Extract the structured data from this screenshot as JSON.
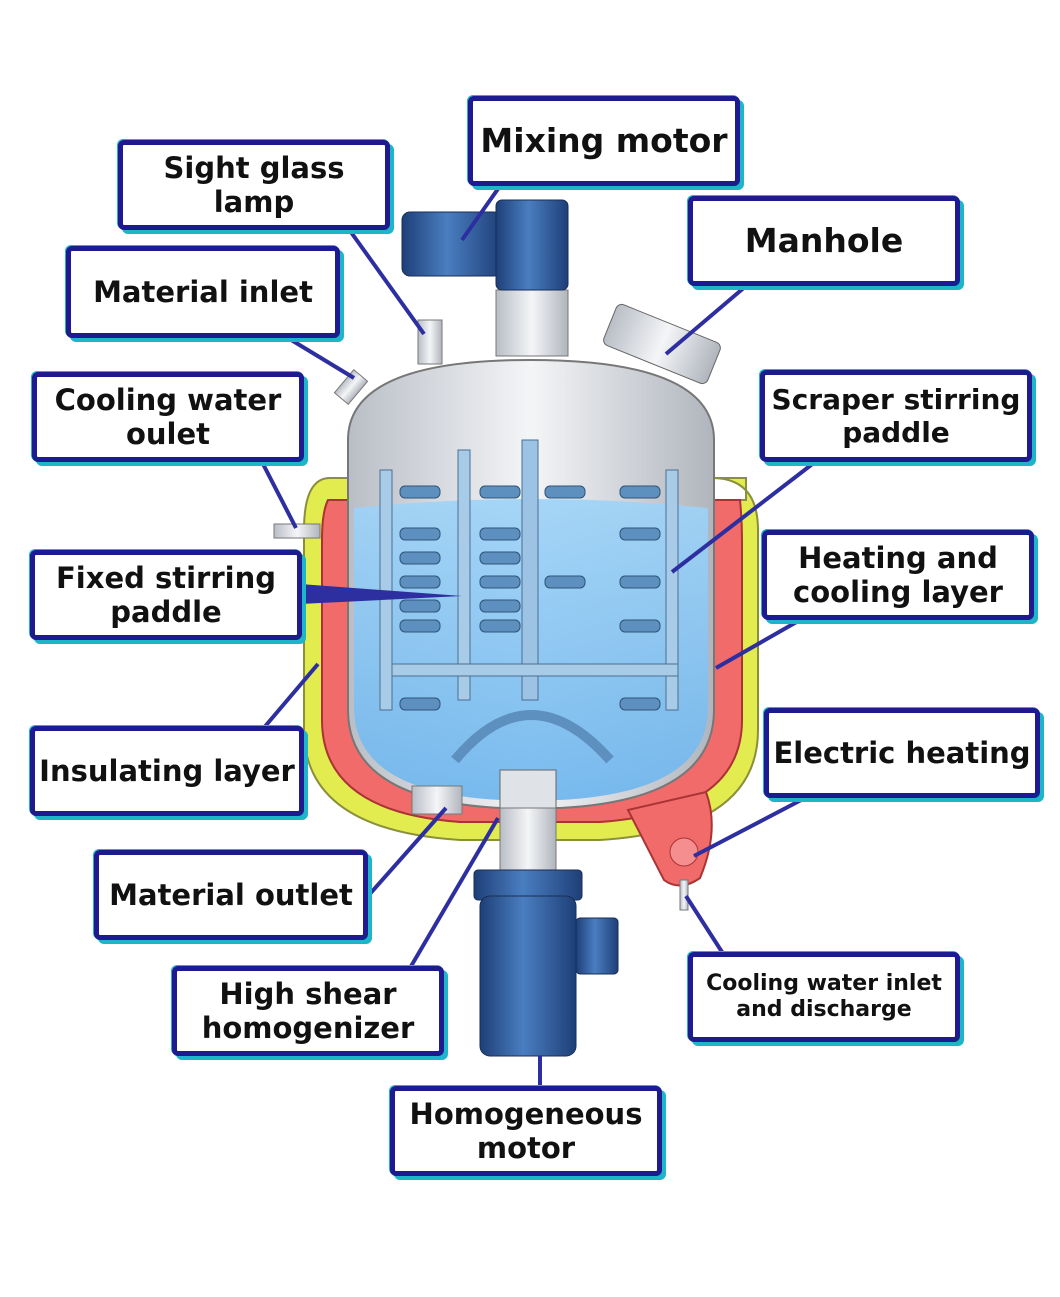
{
  "labels": {
    "mixing_motor": "Mixing motor",
    "sight_glass_lamp": "Sight glass\nlamp",
    "manhole": "Manhole",
    "material_inlet": "Material inlet",
    "cooling_water_outlet": "Cooling water\noulet",
    "scraper_stirring_paddle": "Scraper stirring\npaddle",
    "fixed_stirring_paddle": "Fixed stirring\npaddle",
    "heating_cooling_layer": "Heating and\ncooling layer",
    "insulating_layer": "Insulating layer",
    "electric_heating": "Electric heating",
    "material_outlet": "Material outlet",
    "cooling_water_inlet_discharge": "Cooling water inlet\nand discharge",
    "high_shear_homogenizer": "High shear\nhomogenizer",
    "homogeneous_motor": "Homogeneous\nmotor"
  },
  "colors": {
    "box_border": "#1d1b8f",
    "box_shadow": "#1fb5c9",
    "liquid": "#8fcaf5",
    "heating_layer": "#f26b6b",
    "insulating_layer": "#e3ec4f",
    "motor": "#2f5f9e",
    "steel": "#d4d8de"
  }
}
